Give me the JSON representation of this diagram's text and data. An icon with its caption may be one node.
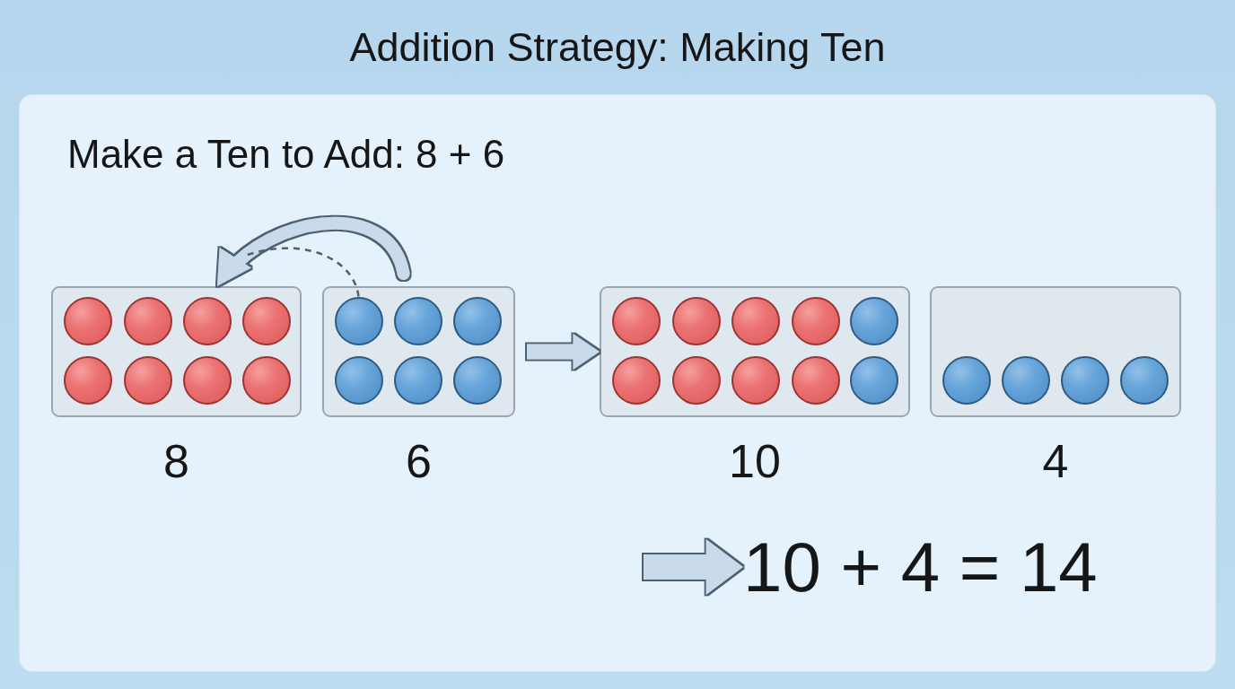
{
  "diagram": {
    "title": "Addition Strategy: Making Ten",
    "nodes": [
      {
        "text": [
          "Make a Ten to Add: 8 + 6"
        ]
      },
      {
        "text": [],
        "shape": "box",
        "in": 0,
        "beside": [
          "8"
        ]
      },
      {
        "text": [],
        "shape": "circle",
        "in": 1
      },
      {
        "text": [],
        "shape": "circle",
        "in": 1
      },
      {
        "text": [],
        "shape": "circle",
        "in": 1
      },
      {
        "text": [],
        "shape": "circle",
        "in": 1
      },
      {
        "text": [],
        "shape": "circle",
        "in": 1
      },
      {
        "text": [],
        "shape": "circle",
        "in": 1
      },
      {
        "text": [],
        "shape": "circle",
        "in": 1
      },
      {
        "text": [],
        "shape": "circle",
        "in": 1
      },
      {
        "text": [],
        "shape": "box",
        "in": 0,
        "beside": [
          "6"
        ]
      },
      {
        "text": [],
        "shape": "circle",
        "in": 10
      },
      {
        "text": [],
        "shape": "circle",
        "in": 10
      },
      {
        "text": [],
        "shape": "circle",
        "in": 10
      },
      {
        "text": [],
        "shape": "circle",
        "in": 10
      },
      {
        "text": [],
        "shape": "circle",
        "in": 10
      },
      {
        "text": [],
        "shape": "circle",
        "in": 10
      },
      {
        "text": [],
        "shape": "box",
        "in": 0,
        "beside": [
          "10"
        ]
      },
      {
        "text": [],
        "shape": "circle",
        "in": 17
      },
      {
        "text": [],
        "shape": "circle",
        "in": 17
      },
      {
        "text": [],
        "shape": "circle",
        "in": 17
      },
      {
        "text": [],
        "shape": "circle",
        "in": 17
      },
      {
        "text": [],
        "shape": "circle",
        "in": 17
      },
      {
        "text": [],
        "shape": "circle",
        "in": 17
      },
      {
        "text": [],
        "shape": "circle",
        "in": 17
      },
      {
        "text": [],
        "shape": "circle",
        "in": 17
      },
      {
        "text": [],
        "shape": "circle",
        "in": 17
      },
      {
        "text": [],
        "shape": "circle",
        "in": 17
      },
      {
        "text": [],
        "shape": "box",
        "in": 0,
        "beside": [
          "4"
        ]
      },
      {
        "text": [],
        "shape": "circle",
        "in": 28
      },
      {
        "text": [],
        "shape": "circle",
        "in": 28
      },
      {
        "text": [],
        "shape": "circle",
        "in": 28
      },
      {
        "text": [],
        "shape": "circle",
        "in": 28
      },
      {
        "text": [
          "10 + 4 = 14"
        ],
        "in": 0
      }
    ],
    "edges": [
      {
        "from": 10,
        "to": 1,
        "arrow": "to"
      },
      {
        "from": 11,
        "to": null,
        "arrow": "none",
        "style": "dashed",
        "color": "#4e6172"
      },
      {
        "from": 10,
        "to": 17,
        "arrow": "to"
      },
      {
        "from": null,
        "to": 33,
        "arrow": "to"
      }
    ]
  }
}
